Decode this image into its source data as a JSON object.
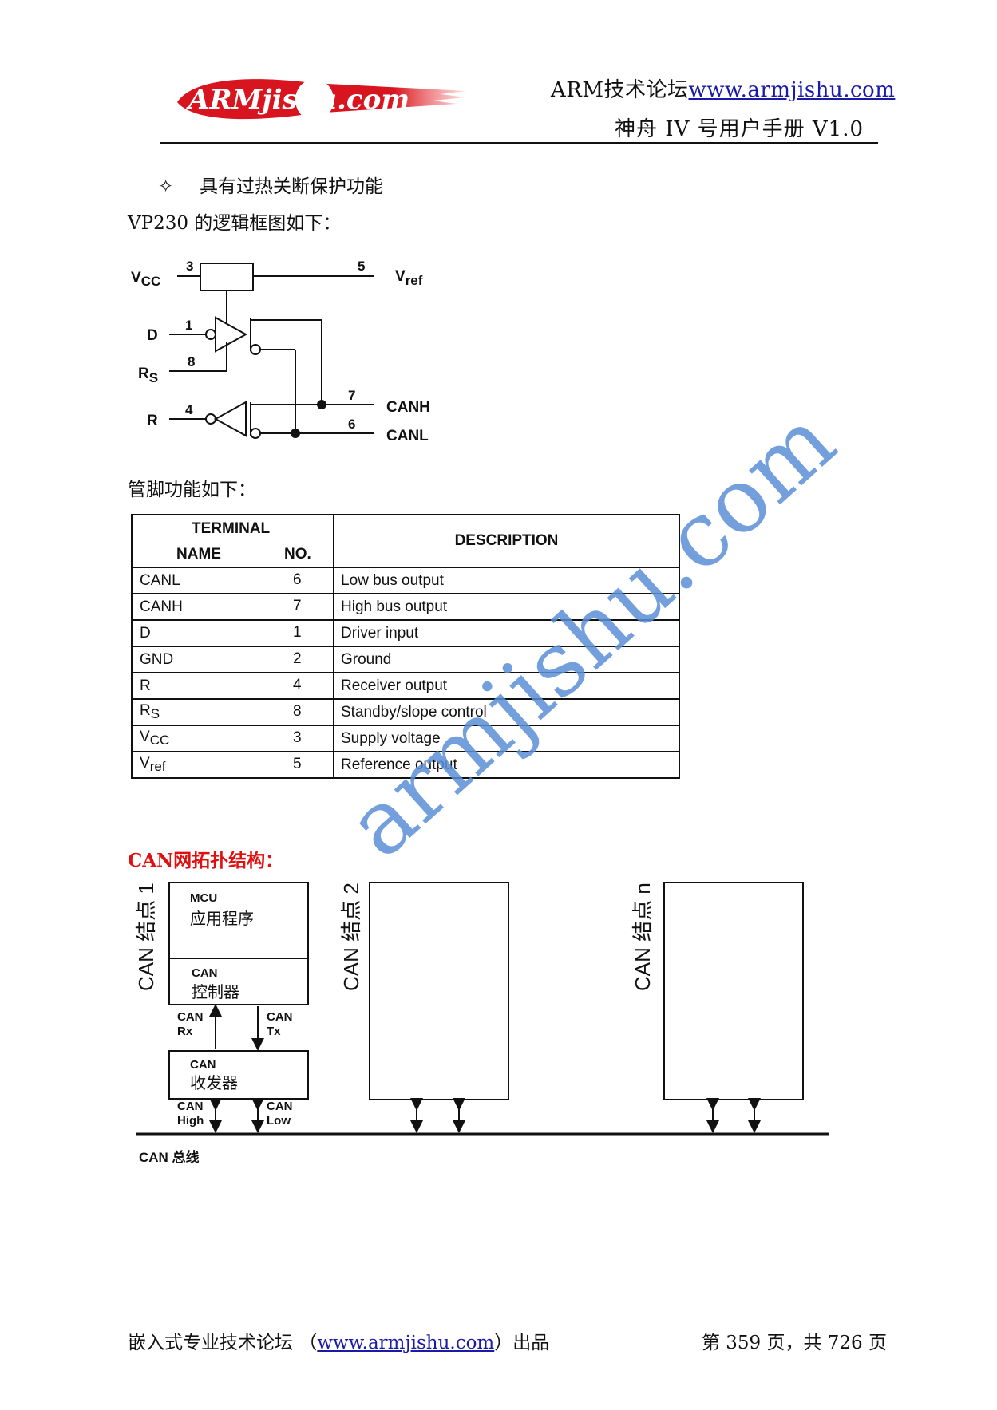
{
  "header": {
    "logo_text": "ARMjishu.com",
    "site_prefix": "ARM技术论坛",
    "site_url": "www.armjishu.com",
    "doc_title": "神舟 IV 号用户手册 V1.0"
  },
  "content": {
    "bullet_mark": "✧",
    "bullet_text": "具有过热关断保护功能",
    "intro": "VP230 的逻辑框图如下：",
    "pins_intro": "管脚功能如下：",
    "topology_title": "CAN网拓扑结构："
  },
  "logic_diagram": {
    "vcc": "V",
    "vcc_sub": "CC",
    "vref": "V",
    "vref_sub": "ref",
    "d": "D",
    "rs": "R",
    "rs_sub": "S",
    "r": "R",
    "canh": "CANH",
    "canl": "CANL",
    "pin_vcc": "3",
    "pin_vref": "5",
    "pin_d": "1",
    "pin_rs": "8",
    "pin_r": "4",
    "pin_canh": "7",
    "pin_canl": "6"
  },
  "pin_table": {
    "header_terminal": "TERMINAL",
    "header_name": "NAME",
    "header_no": "NO.",
    "header_description": "DESCRIPTION",
    "rows": [
      {
        "name": "CANL",
        "name_sub": "",
        "no": "6",
        "desc": "Low bus output"
      },
      {
        "name": "CANH",
        "name_sub": "",
        "no": "7",
        "desc": "High bus output"
      },
      {
        "name": "D",
        "name_sub": "",
        "no": "1",
        "desc": "Driver input"
      },
      {
        "name": "GND",
        "name_sub": "",
        "no": "2",
        "desc": "Ground"
      },
      {
        "name": "R",
        "name_sub": "",
        "no": "4",
        "desc": "Receiver output"
      },
      {
        "name": "R",
        "name_sub": "S",
        "no": "8",
        "desc": "Standby/slope control"
      },
      {
        "name": "V",
        "name_sub": "CC",
        "no": "3",
        "desc": "Supply voltage"
      },
      {
        "name": "V",
        "name_sub": "ref",
        "no": "5",
        "desc": "Reference output"
      }
    ]
  },
  "topology": {
    "node1": "CAN 结点 1",
    "node2": "CAN 结点 2",
    "noden": "CAN 结点 n",
    "mcu": "MCU",
    "app": "应用程序",
    "ctrl_can": "CAN",
    "ctrl": "控制器",
    "rx_can": "CAN",
    "rx": "Rx",
    "tx_can": "CAN",
    "tx": "Tx",
    "xcvr_can": "CAN",
    "xcvr": "收发器",
    "high_can": "CAN",
    "high": "High",
    "low_can": "CAN",
    "low": "Low",
    "bus": "CAN 总线"
  },
  "watermark_text": "armjishu.com",
  "footer": {
    "left_prefix": "嵌入式专业技术论坛 （",
    "left_url": "www.armjishu.com",
    "left_suffix": "）出品",
    "right": "第 359 页，共 726 页"
  },
  "colors": {
    "logo_red": "#d8141e",
    "link_blue": "#1a1aa8",
    "title_red": "#e01010",
    "watermark_blue": "#5b8fd6"
  }
}
